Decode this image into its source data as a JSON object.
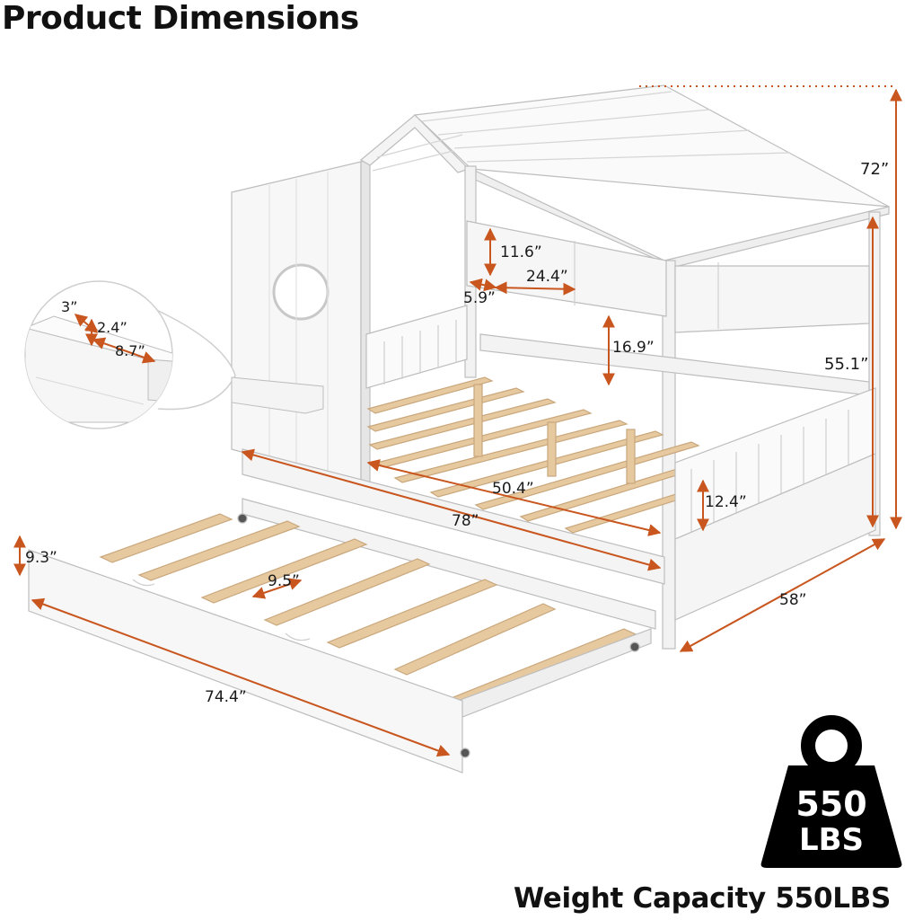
{
  "title": "Product Dimensions",
  "caption": "Weight Capacity 550LBS",
  "weight_badge": {
    "number": "550",
    "unit": "LBS",
    "icon": "weight-icon"
  },
  "dimensions": {
    "overall_height": "72”",
    "side_rail_height": "55.1”",
    "shelf_height": "11.6”",
    "shelf_width": "24.4”",
    "shelf_depth": "5.9”",
    "headboard_gap": "16.9”",
    "inner_width": "50.4”",
    "overall_length": "78”",
    "overall_width": "58”",
    "guardrail_height": "12.4”",
    "trundle_height": "9.3”",
    "slat_spacing": "9.5”",
    "trundle_length": "74.4”",
    "small_shelf_height": "3”",
    "small_shelf_depth": "2.4”",
    "small_shelf_width": "8.7”"
  },
  "colors": {
    "dimension_line": "#c8561e",
    "frame": "#ffffff",
    "frame_shade": "#e6e6e6",
    "wood_slat": "#e7c9a0",
    "text": "#111111"
  }
}
